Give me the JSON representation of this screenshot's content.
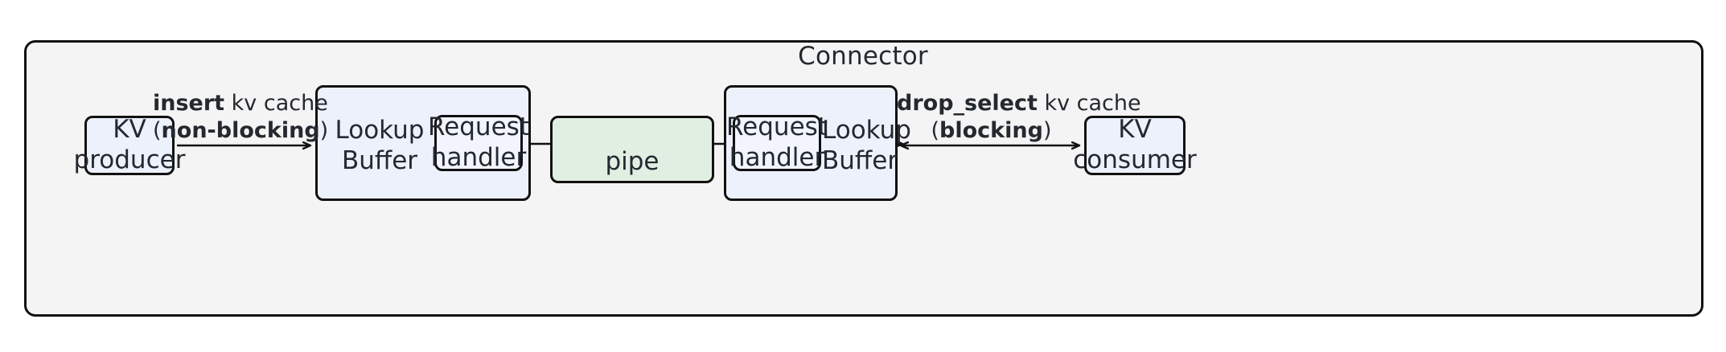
{
  "diagram": {
    "title": "Connector",
    "frame_color": "#f4f4f4",
    "node_color": "#edf1fb",
    "pipe_color": "#e1efe3",
    "border_color": "#111111",
    "text_color": "#24292f"
  },
  "nodes": {
    "kv_producer": {
      "label": "KV\nproducer"
    },
    "lookup_buffer_left": {
      "label": "Lookup\nBuffer"
    },
    "request_handler_left": {
      "label": "Request\nhandler"
    },
    "pipe": {
      "label": "pipe"
    },
    "request_handler_right": {
      "label": "Request\nhandler"
    },
    "lookup_buffer_right": {
      "label": "Lookup\nBuffer"
    },
    "kv_consumer": {
      "label": "KV\nconsumer"
    }
  },
  "edges": {
    "insert": {
      "line1_bold": "insert",
      "line1_rest": " kv cache",
      "line2_open": "(",
      "line2_bold": "non-blocking",
      "line2_close": ")",
      "direction": "right"
    },
    "drop_select": {
      "line1_bold": "drop_select",
      "line1_rest": " kv cache",
      "line2_open": "(",
      "line2_bold": "blocking",
      "line2_close": ")",
      "direction": "both"
    }
  }
}
